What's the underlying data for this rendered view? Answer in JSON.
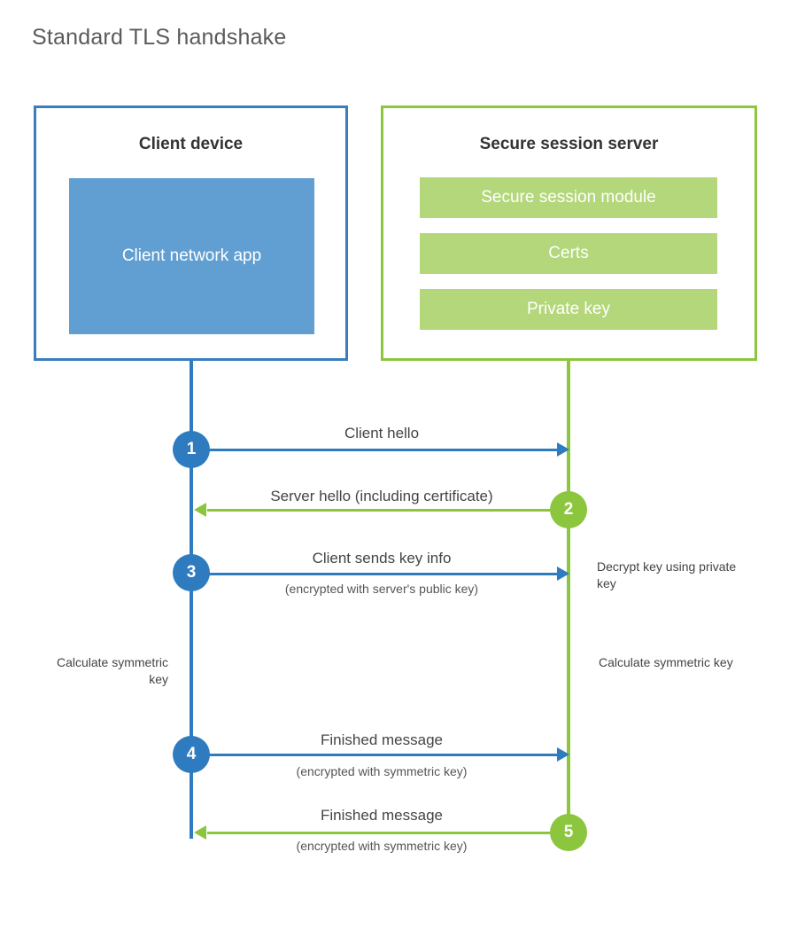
{
  "title": "Standard TLS handshake",
  "colors": {
    "client_blue": "#2E7CBF",
    "client_border": "#3A7DBF",
    "client_app_fill": "#619FD2",
    "server_green": "#8CC63F",
    "server_block_fill": "#B3D77A",
    "text_dark": "#333333",
    "text_body": "#444444",
    "title_gray": "#5a5a5a",
    "background": "#ffffff"
  },
  "client": {
    "title": "Client device",
    "app_label": "Client network app"
  },
  "server": {
    "title": "Secure session server",
    "blocks": [
      "Secure session module",
      "Certs",
      "Private key"
    ]
  },
  "steps": [
    {
      "number": "1",
      "label": "Client hello",
      "sublabel": "",
      "direction": "client-to-server",
      "color": "blue"
    },
    {
      "number": "2",
      "label": "Server hello (including certificate)",
      "sublabel": "",
      "direction": "server-to-client",
      "color": "green"
    },
    {
      "number": "3",
      "label": "Client sends key info",
      "sublabel": "(encrypted with server's public key)",
      "direction": "client-to-server",
      "color": "blue"
    },
    {
      "number": "4",
      "label": "Finished message",
      "sublabel": "(encrypted with symmetric key)",
      "direction": "client-to-server",
      "color": "blue"
    },
    {
      "number": "5",
      "label": "Finished message",
      "sublabel": "(encrypted with symmetric key)",
      "direction": "server-to-client",
      "color": "green"
    }
  ],
  "annotations": {
    "decrypt_key": "Decrypt key using private key",
    "calculate_symmetric_key_client": "Calculate symmetric key",
    "calculate_symmetric_key_server": "Calculate symmetric key"
  }
}
